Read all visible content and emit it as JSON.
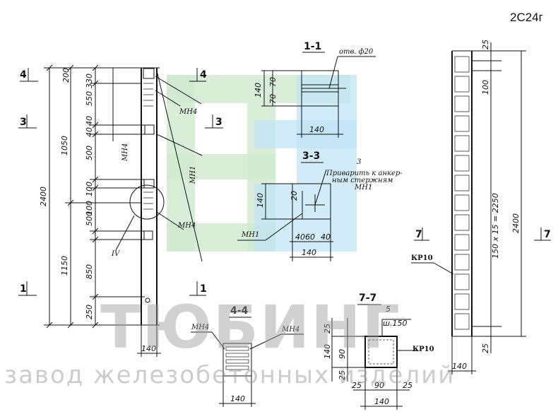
{
  "title": "2С24г",
  "watermark": {
    "brand": "ТЮБИНГ",
    "tagline": "завод железобетонных изделий"
  },
  "sections": {
    "s1": "1-1",
    "s3": "3-3",
    "s4": "4-4",
    "s7": "7-7"
  },
  "cuts": {
    "c4": "4",
    "c3": "3",
    "c1": "1",
    "c7": "7"
  },
  "elevation": {
    "dims": {
      "total": "2400",
      "d1050": "1050",
      "d1150": "1150",
      "d200": "200",
      "d330": "330",
      "d550": "550",
      "d40": "40",
      "d40b": "40",
      "d500a": "500",
      "d100": "100",
      "d100b": "100",
      "d500b": "500",
      "d850": "850",
      "d250": "250",
      "w140": "140"
    },
    "labels": {
      "mn4a": "МН4",
      "mn4b": "МН4",
      "mn4v": "МН4",
      "mn1v": "МН1",
      "node": "IV"
    }
  },
  "s11": {
    "hole": "отв. ф20",
    "h140": "140",
    "h70a": "70",
    "h70b": "70",
    "w140": "140"
  },
  "s33": {
    "mark": "3",
    "note1": "Приварить к анкер-",
    "note2": "ным стержням",
    "note3": "МН1",
    "h140": "140",
    "h20": "20",
    "mn1": "МН1",
    "d40a": "40",
    "d60": "60",
    "d40b": "40",
    "w140": "140"
  },
  "s44": {
    "mn4a": "МН4",
    "mn4b": "МН4",
    "w140": "140"
  },
  "s77": {
    "d5": "5",
    "sh": "ш.150",
    "d25a": "25",
    "d140": "140",
    "d90": "90",
    "d25b": "25",
    "b25a": "25",
    "b90": "90",
    "b25b": "25",
    "b140": "140",
    "kr": "КР10"
  },
  "side": {
    "d25top": "25",
    "d100": "100",
    "d2400": "2400",
    "formula": "150 x 15 = 2250",
    "d25bot": "25",
    "w140": "140",
    "kr": "КР10"
  }
}
